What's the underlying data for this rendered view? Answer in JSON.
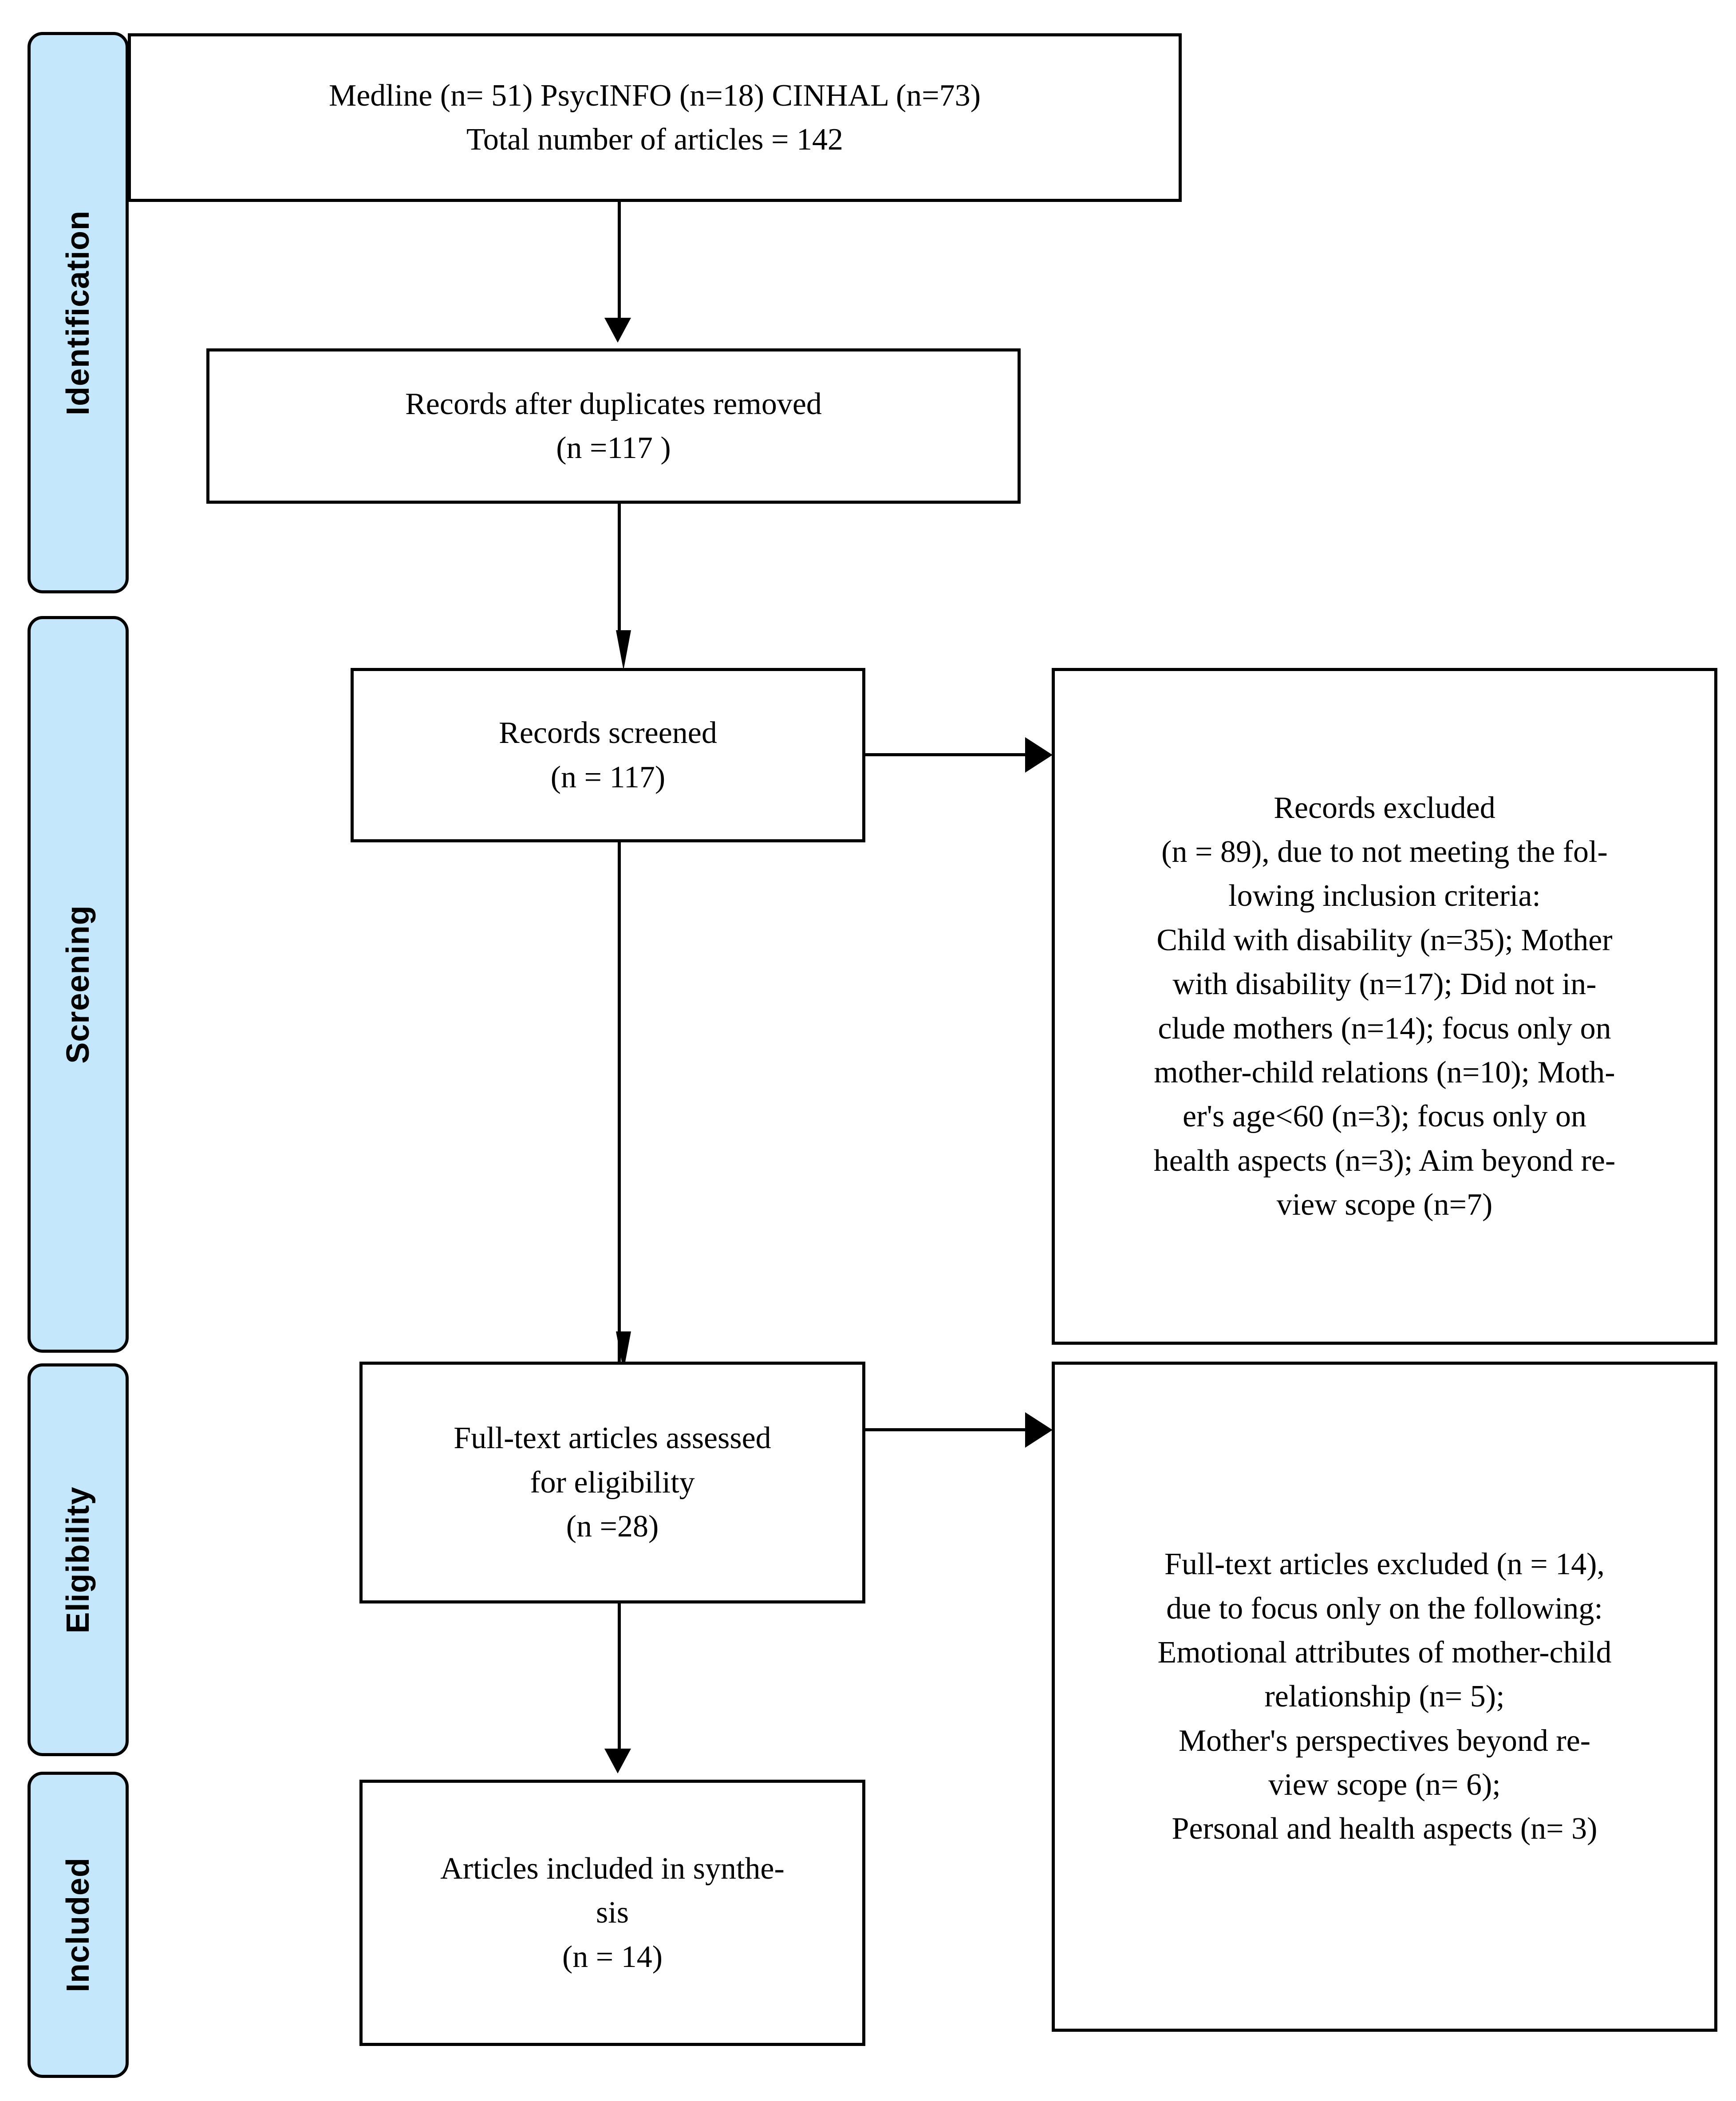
{
  "diagram": {
    "type": "prisma-flow-diagram",
    "accent_color": "#c5e7fb",
    "border_color": "#000000",
    "stages": [
      {
        "id": "identification",
        "label": "Identification"
      },
      {
        "id": "screening",
        "label": "Screening"
      },
      {
        "id": "eligibility",
        "label": "Eligibility"
      },
      {
        "id": "included",
        "label": "Included"
      }
    ],
    "boxes": {
      "identification_sources": {
        "lines": [
          "Medline (n= 51) PsycINFO (n=18) CINHAL (n=73)",
          "Total number of articles = 142"
        ]
      },
      "duplicates_removed": {
        "lines": [
          "Records after duplicates removed",
          "(n =117 )"
        ]
      },
      "records_screened": {
        "lines": [
          "Records screened",
          "(n = 117)"
        ]
      },
      "records_excluded": {
        "lines": [
          "Records excluded",
          "(n = 89), due to not meeting the fol-",
          "lowing inclusion criteria:",
          "Child with disability (n=35); Mother",
          "with disability (n=17); Did not in-",
          "clude mothers (n=14); focus only on",
          "mother-child relations (n=10); Moth-",
          "er's age<60 (n=3); focus only on",
          "health aspects (n=3); Aim beyond re-",
          "view scope (n=7)"
        ]
      },
      "fulltext_assessed": {
        "lines": [
          "Full-text articles assessed",
          "for eligibility",
          "(n =28)"
        ]
      },
      "fulltext_excluded": {
        "lines": [
          "Full-text articles excluded (n = 14),",
          "due to focus only on the following:",
          "Emotional attributes of mother-child",
          "relationship (n= 5);",
          "Mother's perspectives beyond re-",
          "view scope (n= 6);",
          "Personal and health aspects (n= 3)"
        ]
      },
      "articles_included": {
        "lines": [
          "Articles included in synthe-",
          "sis",
          "(n = 14)"
        ]
      }
    },
    "counts": {
      "medline": 51,
      "psycinfo": 18,
      "cinhal": 73,
      "total_articles": 142,
      "after_duplicates": 117,
      "screened": 117,
      "excluded_screening": 89,
      "fulltext_assessed": 28,
      "fulltext_excluded": 14,
      "included_synthesis": 14,
      "exclusion_reasons_screening": [
        {
          "reason": "Child with disability",
          "n": 35
        },
        {
          "reason": "Mother with disability",
          "n": 17
        },
        {
          "reason": "Did not include mothers",
          "n": 14
        },
        {
          "reason": "focus only on mother-child relations",
          "n": 10
        },
        {
          "reason": "Mother's age<60",
          "n": 3
        },
        {
          "reason": "focus only on health aspects",
          "n": 3
        },
        {
          "reason": "Aim beyond review scope",
          "n": 7
        }
      ],
      "exclusion_reasons_eligibility": [
        {
          "reason": "Emotional attributes of mother-child relationship",
          "n": 5
        },
        {
          "reason": "Mother's perspectives beyond review scope",
          "n": 6
        },
        {
          "reason": "Personal and health aspects",
          "n": 3
        }
      ]
    }
  }
}
